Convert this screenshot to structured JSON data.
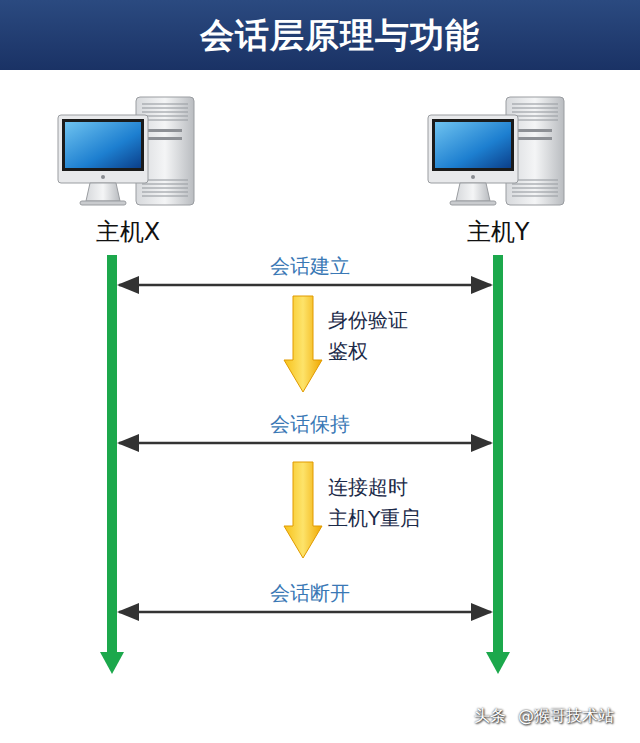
{
  "diagram": {
    "title": "会话层原理与功能",
    "nodes": [
      {
        "text": [
          "主机X"
        ]
      },
      {
        "text": [
          "主机Y"
        ]
      }
    ],
    "edges": [
      {
        "from": 0,
        "to": 1,
        "label": "会话建立",
        "arrow": "both"
      },
      {
        "from": 0,
        "to": 1,
        "label": "会话保持",
        "arrow": "both"
      },
      {
        "from": 0,
        "to": 1,
        "label": "会话断开",
        "arrow": "both"
      }
    ],
    "labels": [
      "身份验证 鉴权",
      "连接超时 主机Y重启",
      "头条",
      "@猴哥技术站"
    ]
  }
}
